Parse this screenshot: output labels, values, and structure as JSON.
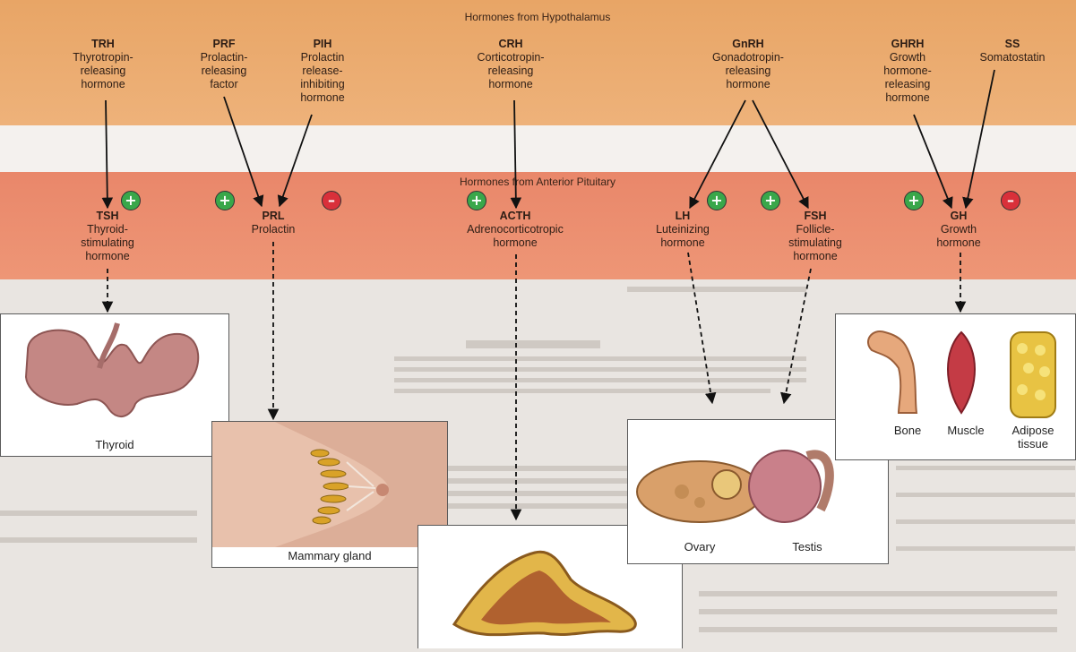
{
  "hypothalamus": {
    "title": "Hormones from Hypothalamus",
    "hormones": [
      {
        "abbr": "TRH",
        "name": "Thyrotropin-\nreleasing\nhormone"
      },
      {
        "abbr": "PRF",
        "name": "Prolactin-\nreleasing\nfactor"
      },
      {
        "abbr": "PIH",
        "name": "Prolactin\nrelease-\ninhibiting\nhormone"
      },
      {
        "abbr": "CRH",
        "name": "Corticotropin-\nreleasing\nhormone"
      },
      {
        "abbr": "GnRH",
        "name": "Gonadotropin-\nreleasing\nhormone"
      },
      {
        "abbr": "GHRH",
        "name": "Growth\nhormone-\nreleasing\nhormone"
      },
      {
        "abbr": "SS",
        "name": "Somatostatin"
      }
    ]
  },
  "pituitary": {
    "title": "Hormones from Anterior Pituitary",
    "hormones": [
      {
        "abbr": "TSH",
        "name": "Thyroid-\nstimulating\nhormone"
      },
      {
        "abbr": "PRL",
        "name": "Prolactin"
      },
      {
        "abbr": "ACTH",
        "name": "Adrenocorticotropic\nhormone"
      },
      {
        "abbr": "LH",
        "name": "Luteinizing\nhormone"
      },
      {
        "abbr": "FSH",
        "name": "Follicle-\nstimulating\nhormone"
      },
      {
        "abbr": "GH",
        "name": "Growth\nhormone"
      }
    ]
  },
  "signs": {
    "plus": "+",
    "minus": "–"
  },
  "colors": {
    "stimulate": "#39a74a",
    "inhibit": "#d9303a",
    "top_band": "#eeb27a",
    "mid_band": "#ee9676"
  },
  "targets": {
    "thyroid": "Thyroid",
    "mammary": "Mammary gland",
    "ovary": "Ovary",
    "testis": "Testis",
    "bone": "Bone",
    "muscle": "Muscle",
    "adipose": "Adipose\ntissue"
  }
}
